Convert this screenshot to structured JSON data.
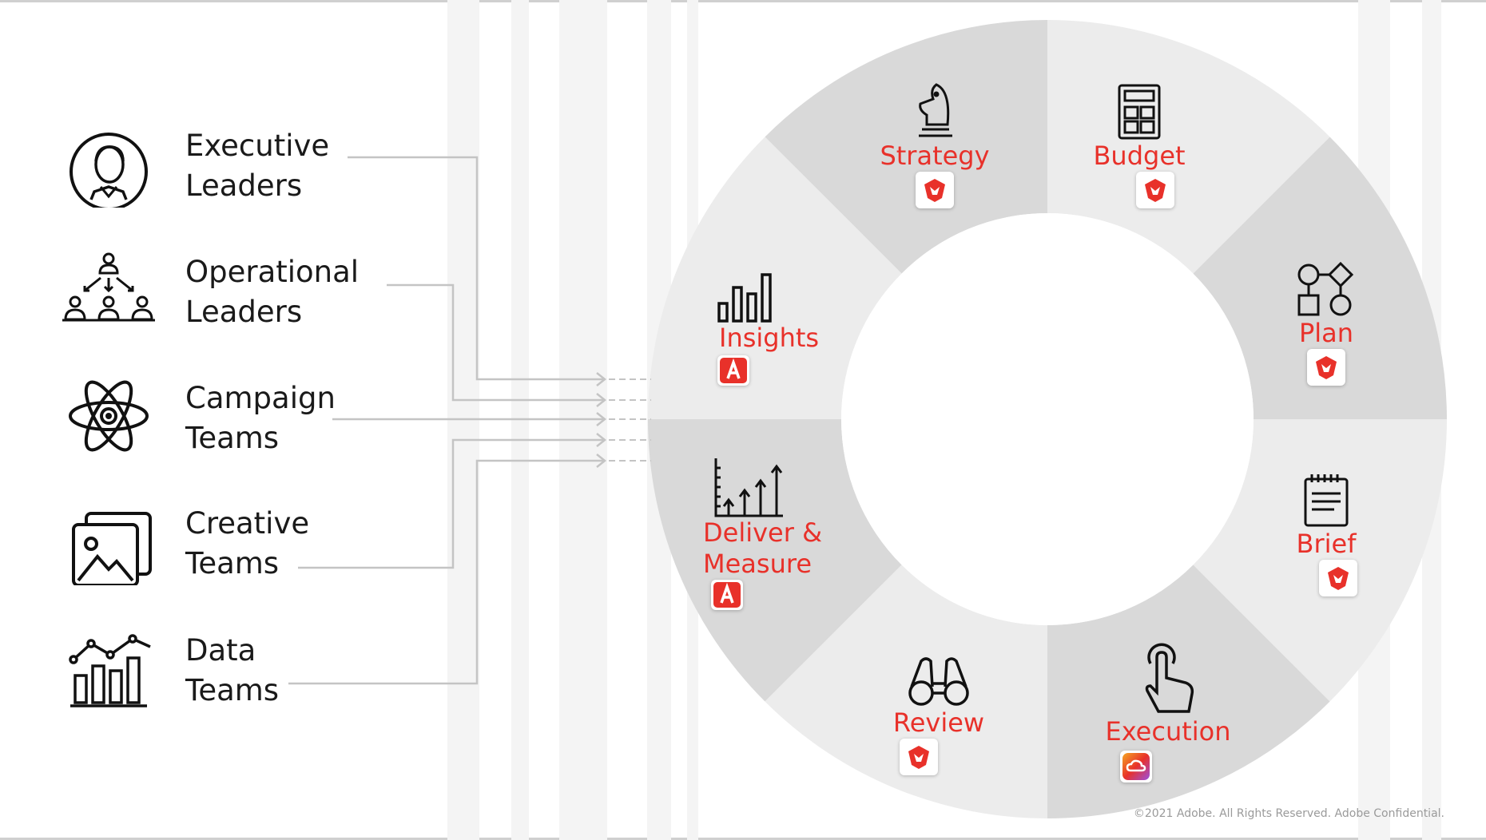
{
  "teams": [
    {
      "label": "Executive\nLeaders",
      "icon": "executive-icon"
    },
    {
      "label": "Operational\nLeaders",
      "icon": "org-chart-icon"
    },
    {
      "label": "Campaign\nTeams",
      "icon": "atom-icon"
    },
    {
      "label": "Creative\nTeams",
      "icon": "images-icon"
    },
    {
      "label": "Data\nTeams",
      "icon": "growth-chart-icon"
    }
  ],
  "wheel": {
    "segments": [
      {
        "label": "Strategy",
        "icon": "chess-knight-icon",
        "badge": "lion-badge-icon"
      },
      {
        "label": "Budget",
        "icon": "calculator-icon",
        "badge": "lion-badge-icon"
      },
      {
        "label": "Plan",
        "icon": "flowchart-icon",
        "badge": "lion-badge-icon"
      },
      {
        "label": "Brief",
        "icon": "notepad-icon",
        "badge": "lion-badge-icon"
      },
      {
        "label": "Execution",
        "icon": "tap-finger-icon",
        "badge": "creative-cloud-icon"
      },
      {
        "label": "Review",
        "icon": "binoculars-icon",
        "badge": "lion-badge-icon"
      },
      {
        "label": "Deliver &\nMeasure",
        "icon": "rising-bars-icon",
        "badge": "adobe-logo-icon"
      },
      {
        "label": "Insights",
        "icon": "bar-chart-icon",
        "badge": "adobe-logo-icon"
      }
    ],
    "colors": {
      "label": "#e8312a",
      "segment_dark": "#d9d9d9",
      "segment_light": "#ececec"
    }
  },
  "footer": {
    "copyright": "©2021 Adobe. All Rights Reserved. Adobe Confidential."
  }
}
